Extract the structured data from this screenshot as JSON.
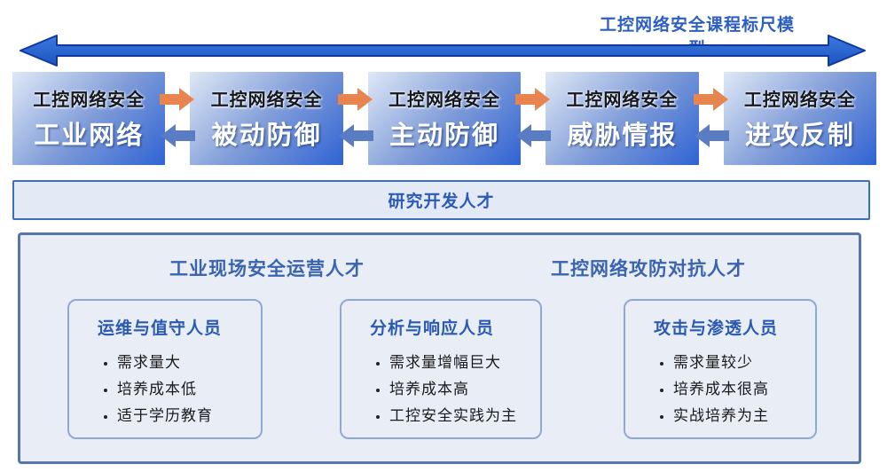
{
  "title": "工控网络安全课程标尺模型",
  "colors": {
    "ruler_arrow_fill": "#2161cb",
    "ruler_arrow_stroke": "#1038a0",
    "forward_arrow": "#e8854e",
    "backward_arrow": "#5a7cc2",
    "course_box_gradient_start": "#dfe8f6",
    "course_box_gradient_end": "#2f63d4",
    "band_border": "#3d6cc4",
    "band_bg": "#e3eaf5",
    "container_border": "#5577ae",
    "container_bg": "#e9edf6",
    "accent_blue_text": "#2b5ab8"
  },
  "course_boxes": [
    {
      "prefix": "工控网络安全",
      "name": "工业网络"
    },
    {
      "prefix": "工控网络安全",
      "name": "被动防御"
    },
    {
      "prefix": "工控网络安全",
      "name": "主动防御"
    },
    {
      "prefix": "工控网络安全",
      "name": "威胁情报"
    },
    {
      "prefix": "工控网络安全",
      "name": "进攻反制"
    }
  ],
  "icons": {
    "ruler": "double-headed-arrow",
    "forward": "orange-right-arrow",
    "backward": "blue-left-arrow"
  },
  "rd_band": {
    "label": "研究开发人才"
  },
  "talent_section": {
    "headings": [
      {
        "label": "工业现场安全运营人才"
      },
      {
        "label": "工控网络攻防对抗人才"
      }
    ],
    "groups": [
      {
        "title": "运维与值守人员",
        "bullets": [
          "需求量大",
          "培养成本低",
          "适于学历教育"
        ]
      },
      {
        "title": "分析与响应人员",
        "bullets": [
          "需求量增幅巨大",
          "培养成本高",
          "工控安全实践为主"
        ]
      },
      {
        "title": "攻击与渗透人员",
        "bullets": [
          "需求量较少",
          "培养成本很高",
          "实战培养为主"
        ]
      }
    ]
  }
}
